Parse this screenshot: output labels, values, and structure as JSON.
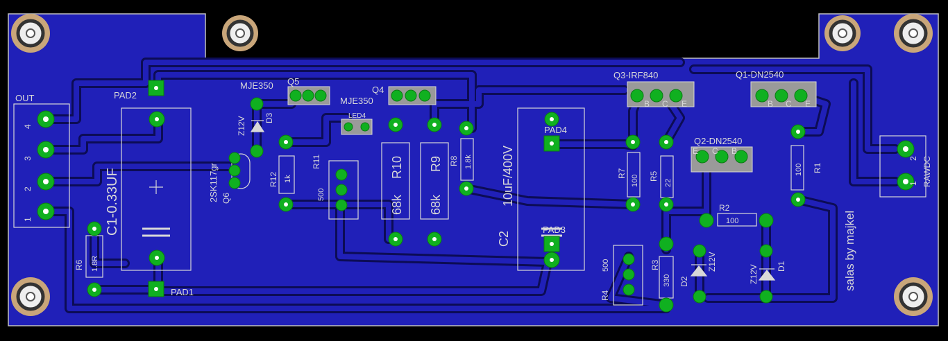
{
  "pcb": {
    "connectors": {
      "out_label": "OUT",
      "out_pins": [
        "4",
        "3",
        "2",
        "1"
      ],
      "rawdc_label": "RAWDC",
      "rawdc_pins": [
        "2",
        "1"
      ]
    },
    "pads": {
      "pad1": "PAD1",
      "pad2": "PAD2",
      "pad3": "PAD3",
      "pad4": "PAD4"
    },
    "capacitors": {
      "c1": "C1-0.33UF",
      "c2_value": "10uF/400V",
      "c2_name": "C2"
    },
    "transistors": {
      "q1": "Q1-DN2540",
      "q2": "Q2-DN2540",
      "q3": "Q3-IRF840",
      "q4": "Q4",
      "q5": "Q5",
      "q6": "Q6",
      "q6_type": "2SK117gr",
      "mje_a": "MJE350",
      "mje_b": "MJE350",
      "pin_b": "B",
      "pin_c": "C",
      "pin_e": "E"
    },
    "leds": {
      "led4": "LED4"
    },
    "resistors": {
      "r1": "R1",
      "r1_val": "100",
      "r2": "R2",
      "r2_val": "100",
      "r3": "R3",
      "r3_val": "330",
      "r4": "R4",
      "r4_val": "500",
      "r5": "R5",
      "r5_val": "22",
      "r6": "R6",
      "r6_val": "1.8R",
      "r7": "R7",
      "r7_val": "100",
      "r8": "R8",
      "r8_val": "1.8k",
      "r9": "R9",
      "r9_val": "68k",
      "r10": "R10",
      "r10_val": "68k",
      "r11": "R11",
      "r11_val": "500",
      "r12": "R12",
      "r12_val": "1k"
    },
    "diodes": {
      "d1": "D1",
      "d2": "D2",
      "d3": "D3",
      "z12v": "Z12V"
    },
    "credit": "salas by majkel",
    "colors": {
      "board": "#2020b8",
      "copper": "#1818a0",
      "trace_gap": "#0a0a40",
      "pad": "#10b020",
      "silk": "#d8d8d8",
      "hole_ring": "#c9a67a"
    }
  }
}
